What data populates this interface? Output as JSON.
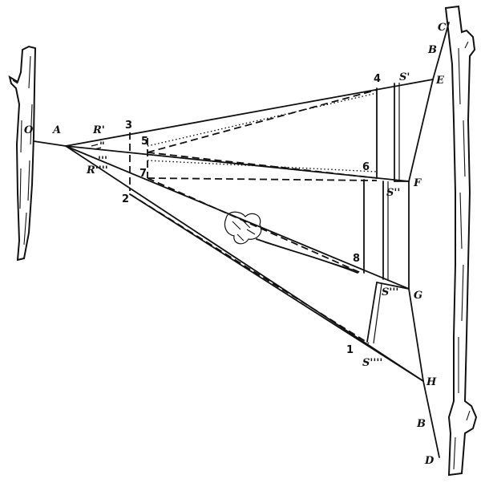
{
  "labels": {
    "O": "O",
    "A": "A",
    "R1": "R'",
    "R2": "\"",
    "R3": "'''",
    "R4": "R''''",
    "n3": "3",
    "n5": "5",
    "n7": "7",
    "n2": "2",
    "n4": "4",
    "S1": "S'",
    "E": "E",
    "n6": "6",
    "S2": "S''",
    "F": "F",
    "n8": "8",
    "S3": "S'''",
    "G": "G",
    "n1": "1",
    "S4": "S''''",
    "H": "H",
    "C": "C",
    "B_top": "B",
    "B_bottom": "B",
    "D": "D"
  }
}
